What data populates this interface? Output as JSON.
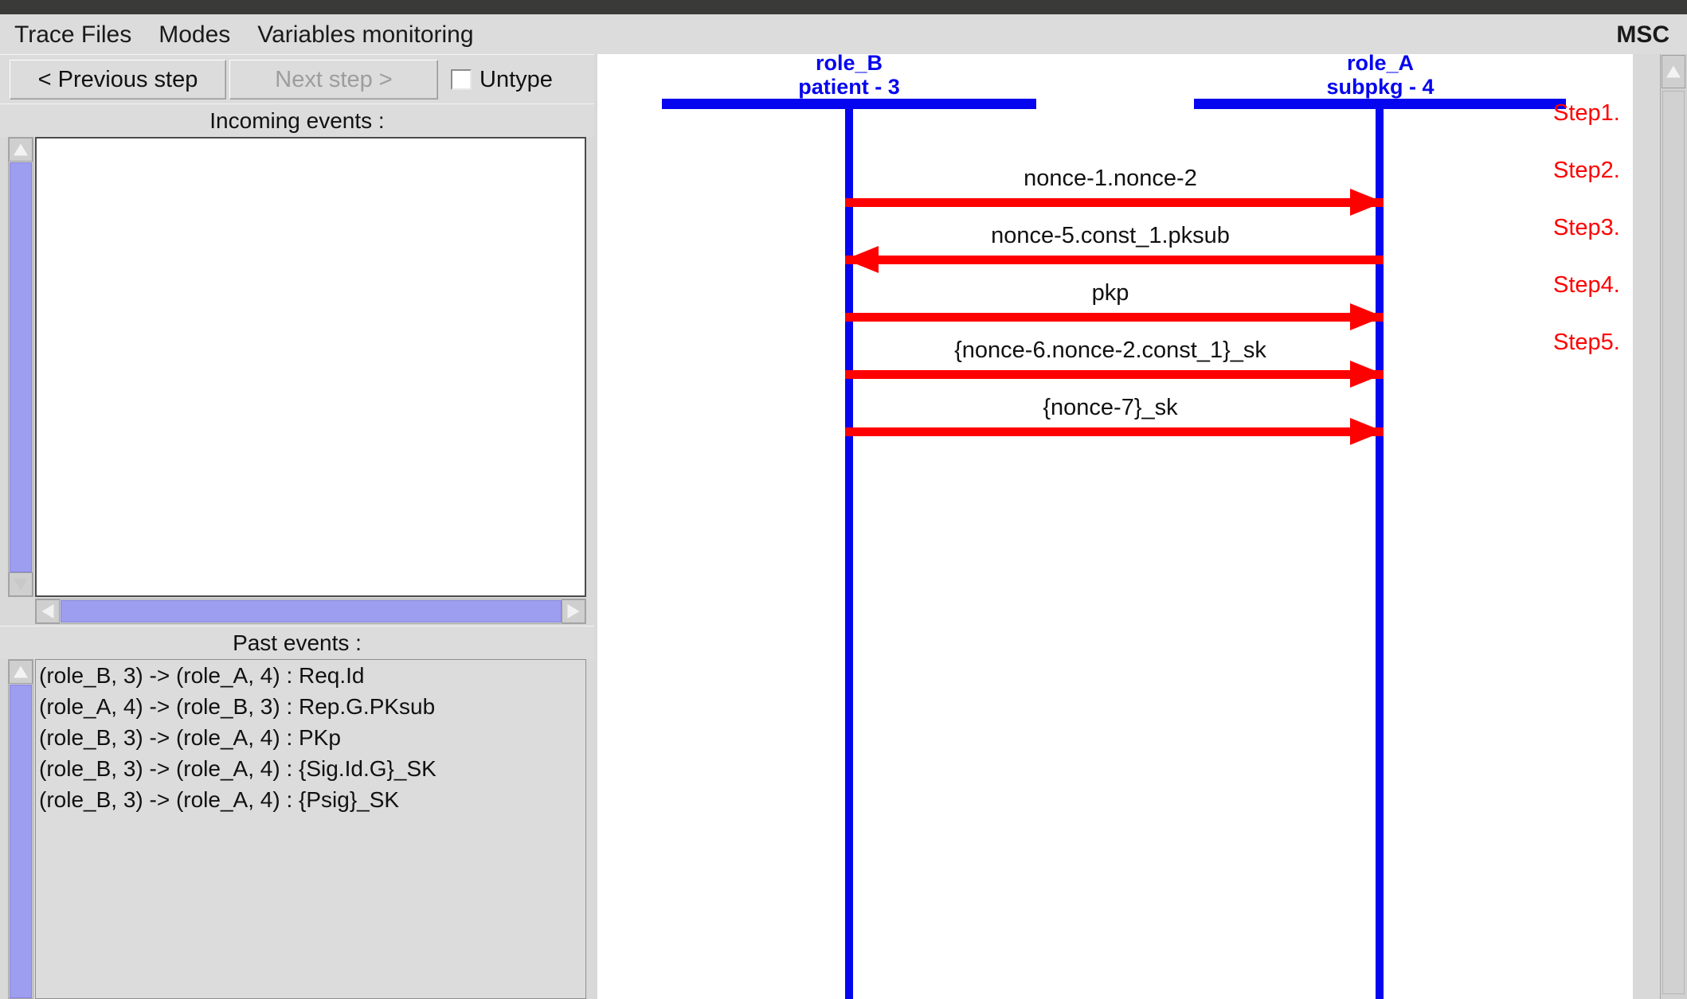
{
  "window": {
    "app_title": "MSC"
  },
  "menubar": {
    "items": [
      {
        "label": "Trace Files"
      },
      {
        "label": "Modes"
      },
      {
        "label": "Variables monitoring"
      }
    ],
    "right_title": "MSC"
  },
  "toolbar": {
    "prev_label": "< Previous step",
    "next_label": "Next step >",
    "untype_label": "Untype",
    "untype_checked": false
  },
  "incoming_panel": {
    "header": "Incoming events :",
    "items": []
  },
  "past_panel": {
    "header": "Past events :",
    "items": [
      "(role_B, 3) -> (role_A, 4) : Req.Id",
      "(role_A, 4) -> (role_B, 3) : Rep.G.PKsub",
      "(role_B, 3) -> (role_A, 4) : PKp",
      "(role_B, 3) -> (role_A, 4) : {Sig.Id.G}_SK",
      "(role_B, 3) -> (role_A, 4) : {Psig}_SK"
    ]
  },
  "msc": {
    "colors": {
      "lifeline": "#0505ef",
      "message": "#fe0000",
      "step": "#fe0000",
      "label": "#111111"
    },
    "roles": [
      {
        "name": "role_B",
        "instance": "patient - 3"
      },
      {
        "name": "role_A",
        "instance": "subpkg - 4"
      }
    ],
    "messages": [
      {
        "label": "nonce-1.nonce-2",
        "direction": "right",
        "step": "Step1."
      },
      {
        "label": "nonce-5.const_1.pksub",
        "direction": "left",
        "step": "Step2."
      },
      {
        "label": "pkp",
        "direction": "right",
        "step": "Step3."
      },
      {
        "label": "{nonce-6.nonce-2.const_1}_sk",
        "direction": "right",
        "step": "Step4."
      },
      {
        "label": "{nonce-7}_sk",
        "direction": "right",
        "step": "Step5."
      }
    ],
    "steps": [
      "Step1.",
      "Step2.",
      "Step3.",
      "Step4.",
      "Step5."
    ]
  }
}
